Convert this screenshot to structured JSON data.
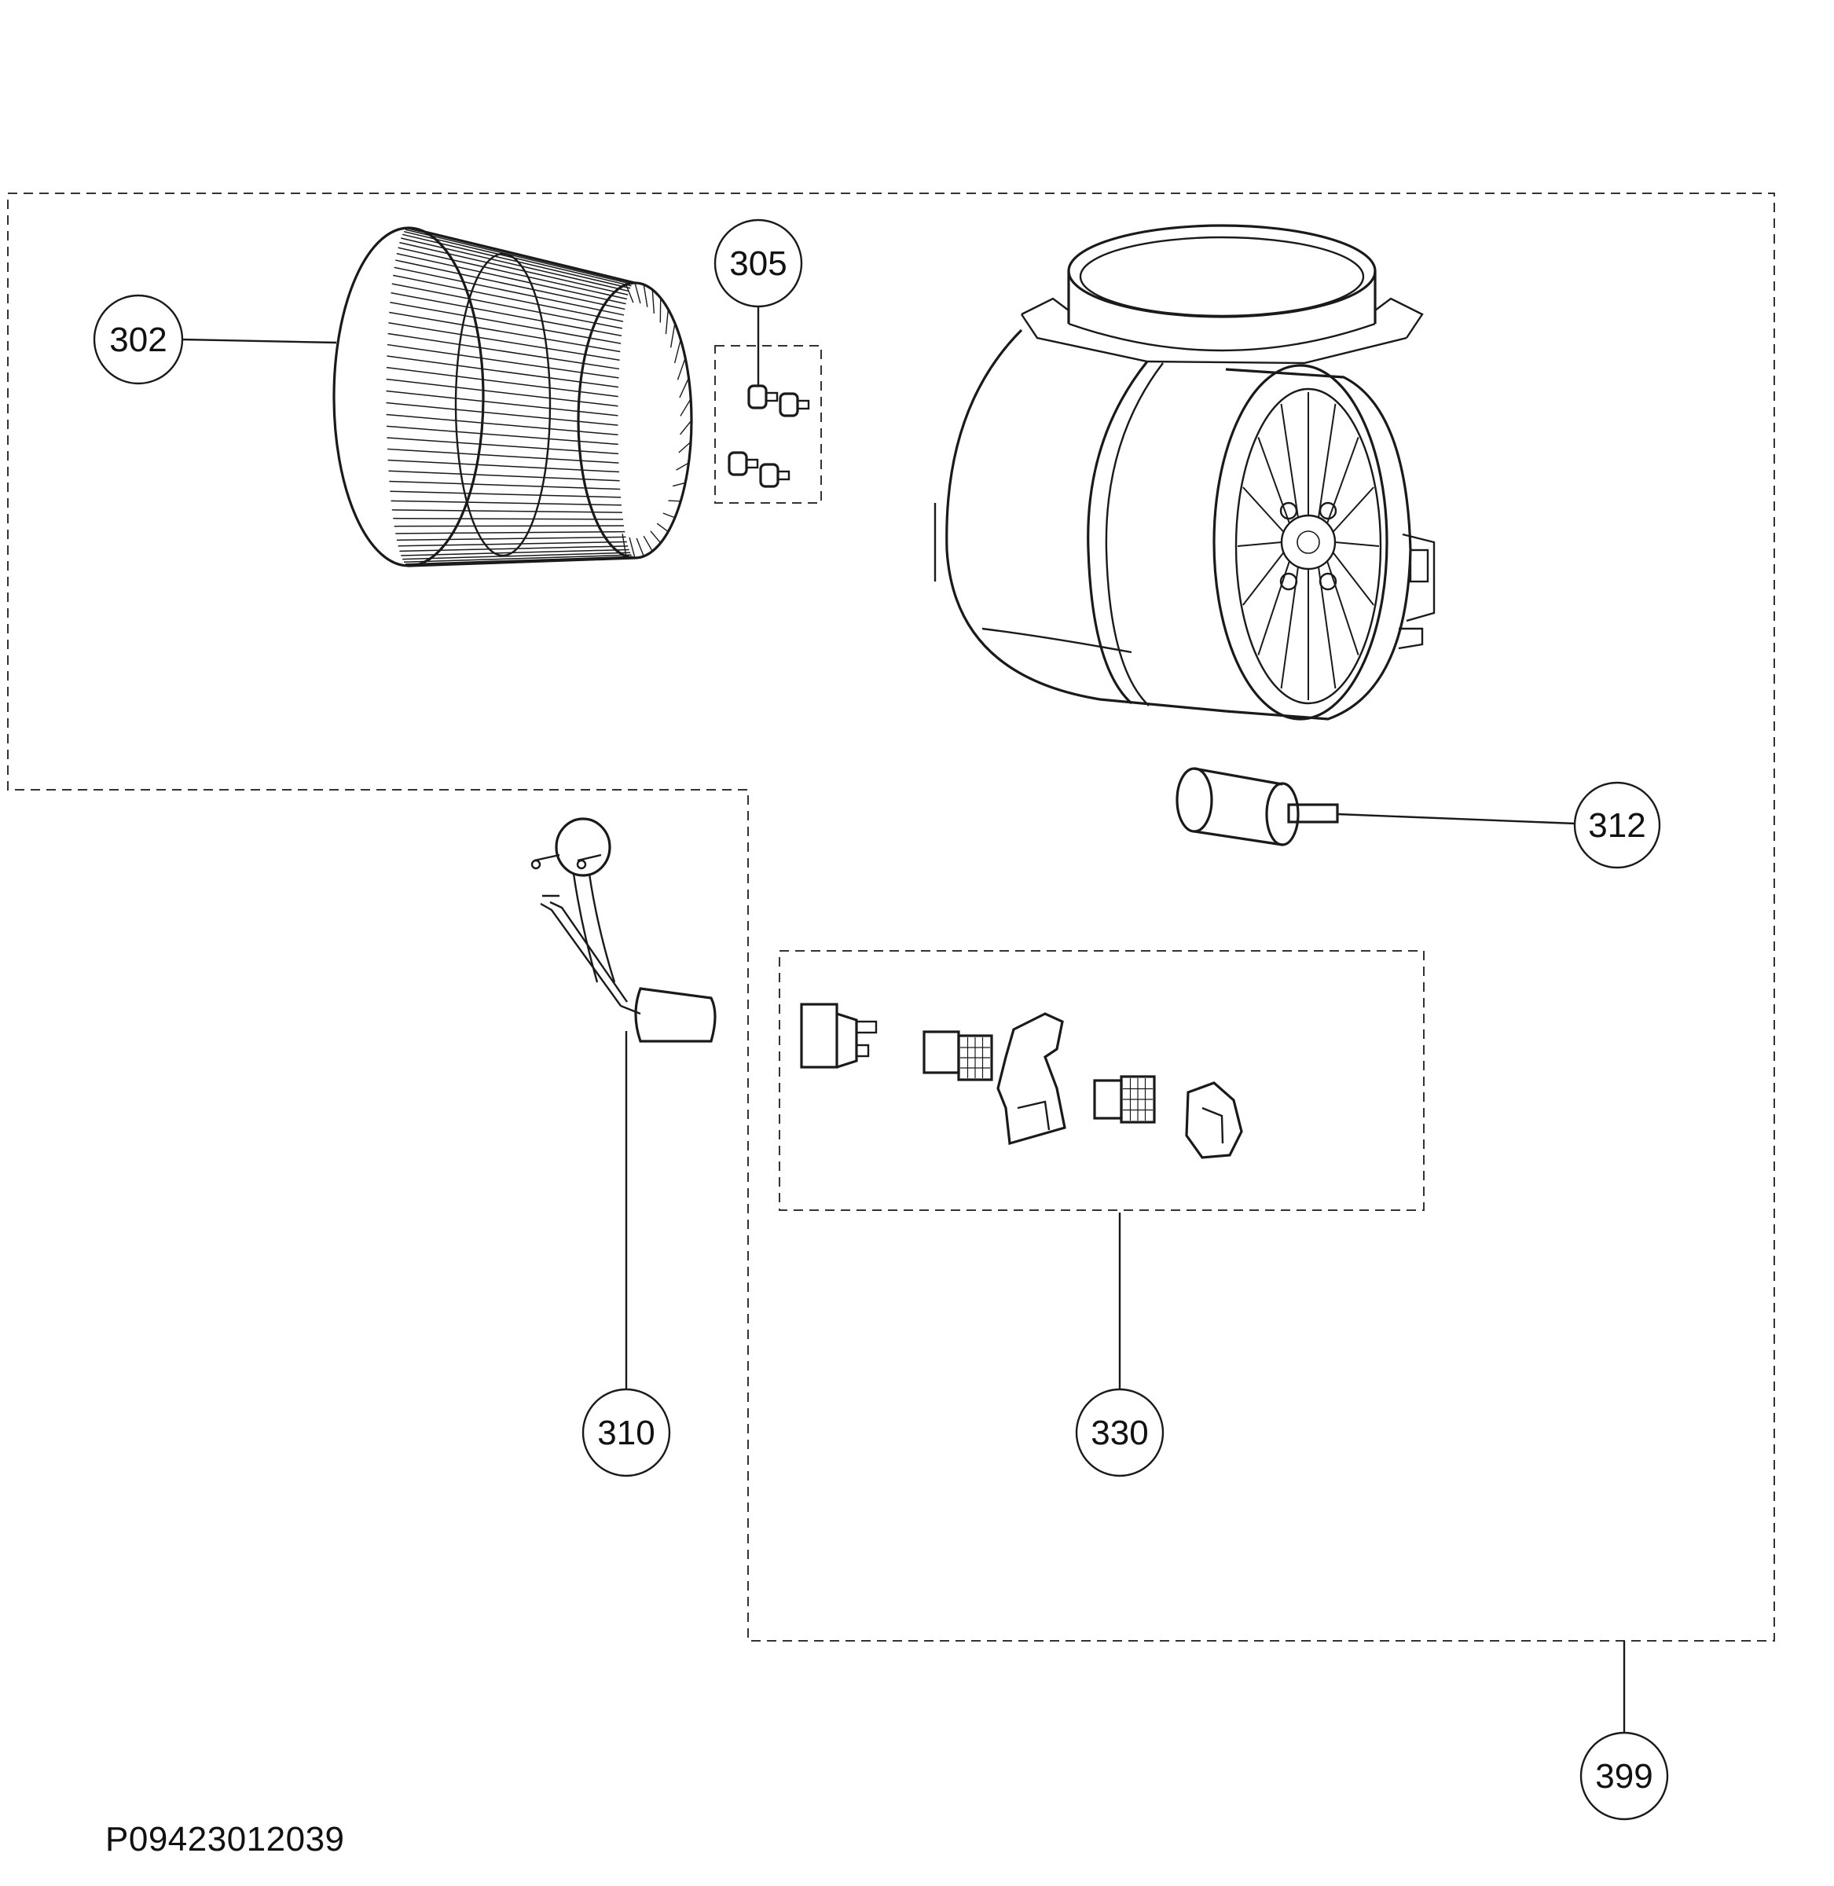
{
  "document_id": "P09423012039",
  "callouts": {
    "c302": "302",
    "c305": "305",
    "c310": "310",
    "c312": "312",
    "c330": "330",
    "c399": "399"
  },
  "colors": {
    "ink": "#1a1a1a",
    "background": "#ffffff"
  }
}
